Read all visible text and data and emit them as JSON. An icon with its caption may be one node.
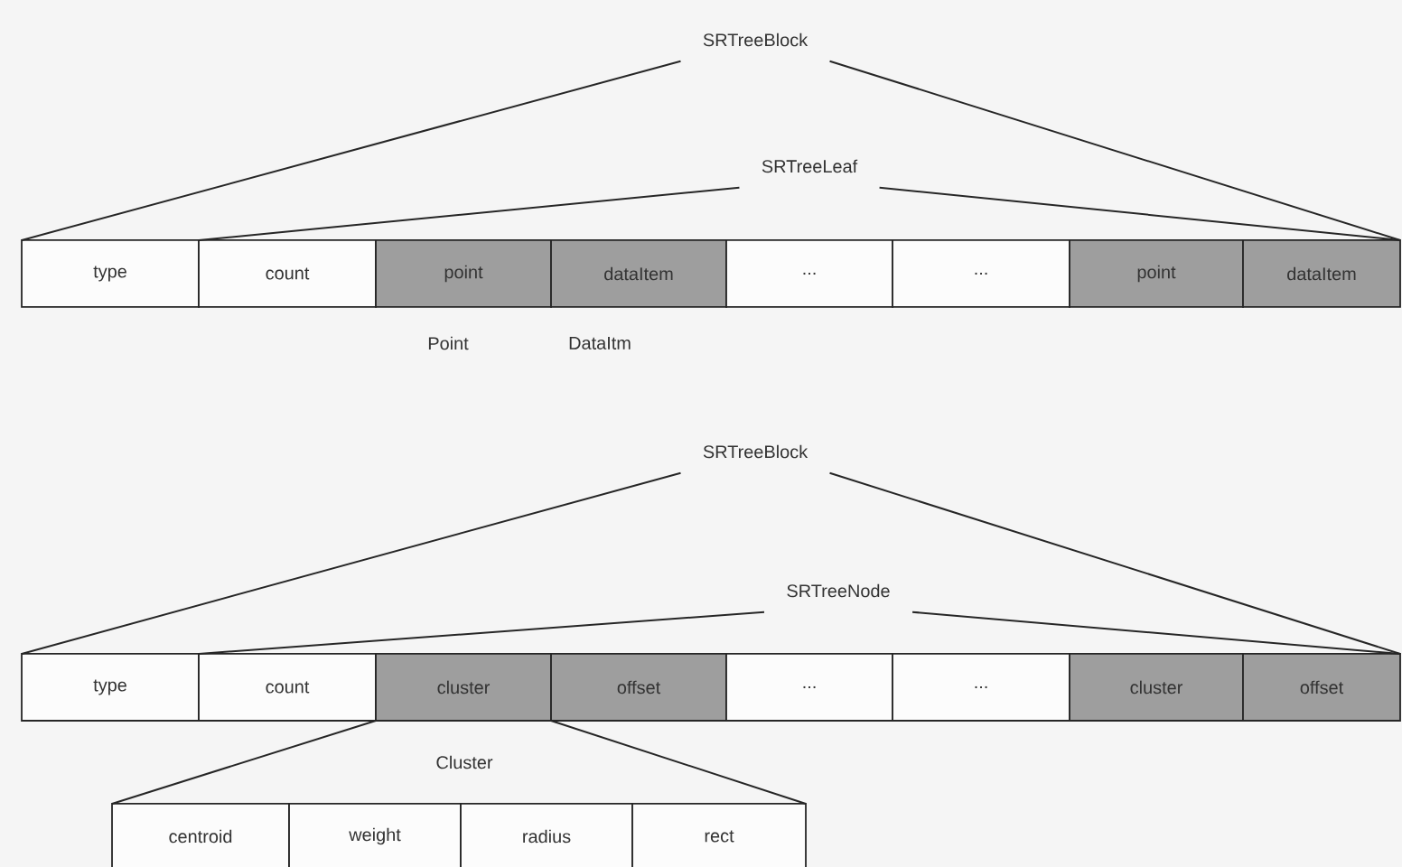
{
  "diagram": {
    "nodes": [
      {
        "text": [
          "SRTreeBlock"
        ]
      },
      {
        "text": [
          "SRTreeLeaf"
        ]
      },
      {
        "text": [
          "type"
        ]
      },
      {
        "text": [
          "count"
        ]
      },
      {
        "text": [
          "point"
        ]
      },
      {
        "text": [
          "dataItem"
        ]
      },
      {
        "text": [
          "..."
        ]
      },
      {
        "text": [
          "..."
        ]
      },
      {
        "text": [
          "point"
        ]
      },
      {
        "text": [
          "dataItem"
        ]
      },
      {
        "text": [
          "SRTreeBlock"
        ]
      },
      {
        "text": [
          "SRTreeNode"
        ]
      },
      {
        "text": [
          "type"
        ]
      },
      {
        "text": [
          "count"
        ]
      },
      {
        "text": [
          "cluster"
        ]
      },
      {
        "text": [
          "offset"
        ]
      },
      {
        "text": [
          "..."
        ]
      },
      {
        "text": [
          "..."
        ]
      },
      {
        "text": [
          "cluster"
        ]
      },
      {
        "text": [
          "offset"
        ]
      },
      {
        "text": [
          "centroid"
        ]
      },
      {
        "text": [
          "weight"
        ]
      },
      {
        "text": [
          "radius"
        ]
      },
      {
        "text": [
          "rect"
        ]
      }
    ],
    "edges": [
      {
        "from": 0,
        "to": 2,
        "arrow": "none"
      },
      {
        "from": 0,
        "to": 9,
        "arrow": "none"
      },
      {
        "from": 1,
        "to": 3,
        "arrow": "none"
      },
      {
        "from": 1,
        "to": 9,
        "arrow": "none"
      },
      {
        "from": 10,
        "to": 12,
        "arrow": "none"
      },
      {
        "from": 10,
        "to": 19,
        "arrow": "none"
      },
      {
        "from": 11,
        "to": 13,
        "arrow": "none"
      },
      {
        "from": 11,
        "to": 19,
        "arrow": "none"
      },
      {
        "from": 14,
        "to": 20,
        "arrow": "none"
      },
      {
        "from": 14,
        "to": 23,
        "arrow": "none"
      }
    ],
    "labels": [
      "Point",
      "DataItm",
      "Cluster"
    ]
  }
}
